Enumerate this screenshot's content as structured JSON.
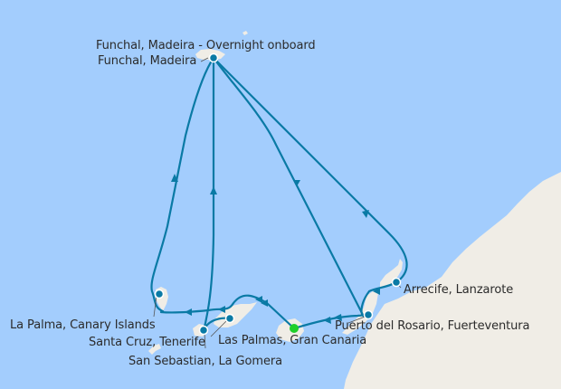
{
  "map": {
    "colors": {
      "sea": "#a3cdfd",
      "land": "#f0ede6",
      "route": "#0a7aa5",
      "port_marker": "#0a7aa5",
      "start_marker": "#1fcf2a",
      "label_text": "#2b2b2b"
    },
    "ports": [
      {
        "id": "funchal-overnight",
        "label": "Funchal, Madeira - Overnight onboard"
      },
      {
        "id": "funchal",
        "label": "Funchal, Madeira"
      },
      {
        "id": "arrecife",
        "label": "Arrecife, Lanzarote"
      },
      {
        "id": "la-palma",
        "label": "La Palma, Canary Islands"
      },
      {
        "id": "puerto-del-rosario",
        "label": "Puerto del Rosario, Fuerteventura"
      },
      {
        "id": "santa-cruz",
        "label": "Santa Cruz, Tenerife"
      },
      {
        "id": "las-palmas",
        "label": "Las Palmas, Gran Canaria"
      },
      {
        "id": "san-sebastian",
        "label": "San Sebastian, La Gomera"
      }
    ]
  }
}
